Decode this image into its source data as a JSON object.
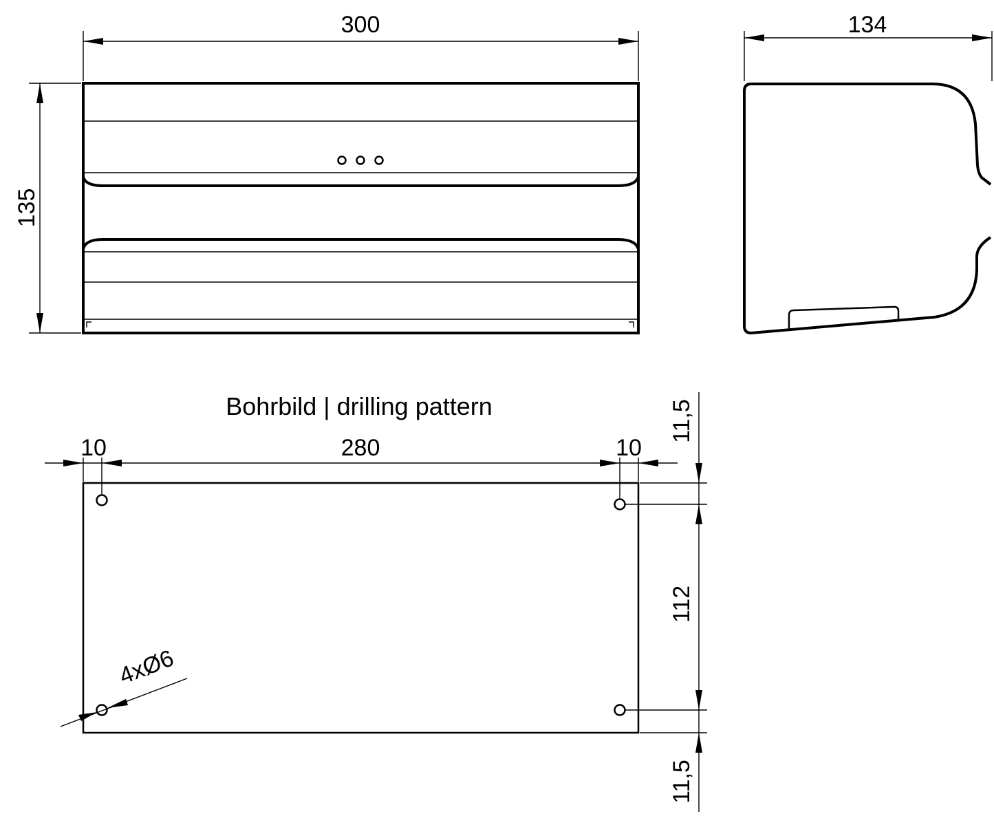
{
  "front_view": {
    "width_label": "300",
    "height_label": "135"
  },
  "side_view": {
    "depth_label": "134"
  },
  "drilling_pattern": {
    "title": "Bohrbild | drilling pattern",
    "left_offset_label": "10",
    "hole_spacing_label": "280",
    "right_offset_label": "10",
    "top_offset_label": "11,5",
    "vertical_spacing_label": "112",
    "bottom_offset_label": "11,5",
    "hole_note": "4xØ6"
  }
}
